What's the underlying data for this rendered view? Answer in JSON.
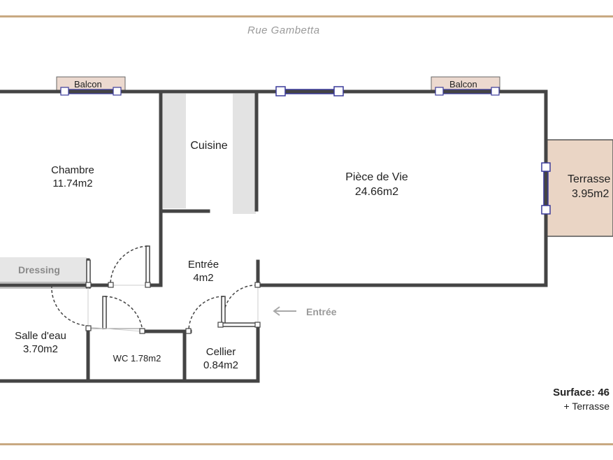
{
  "street": "Rue Gambetta",
  "rooms": {
    "chambre": {
      "name": "Chambre",
      "area": "11.74m2"
    },
    "cuisine": {
      "name": "Cuisine"
    },
    "piece_de_vie": {
      "name": "Pièce de Vie",
      "area": "24.66m2"
    },
    "terrasse": {
      "name": "Terrasse",
      "area": "3.95m2"
    },
    "dressing": {
      "name": "Dressing"
    },
    "entree": {
      "name": "Entrée",
      "area": "4m2"
    },
    "salle_eau": {
      "name": "Salle d'eau",
      "area": "3.70m2"
    },
    "wc": {
      "name": "WC 1.78m2"
    },
    "cellier": {
      "name": "Cellier",
      "area": "0.84m2"
    }
  },
  "balcony_label": "Balcon",
  "entrance_label": "Entrée",
  "summary": {
    "surface": "Surface: 46",
    "terrasse": "+ Terrasse"
  },
  "colors": {
    "frame": "#c8a982",
    "wall": "#444444",
    "terrace_fill": "#ead5c5",
    "balcony_fill": "#ecd9cf",
    "counter_fill": "#e3e3e3",
    "window": "#3a3a9a"
  }
}
